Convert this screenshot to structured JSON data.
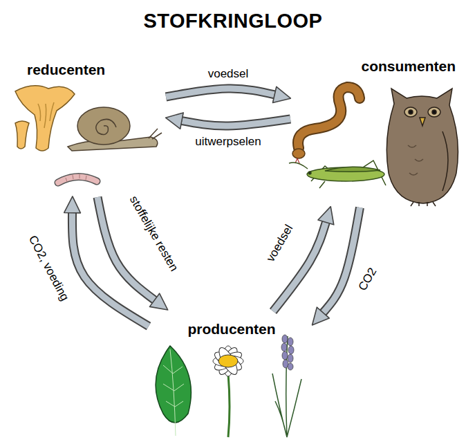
{
  "diagram": {
    "title": "STOFKRINGLOOP",
    "nodes": [
      {
        "text": [
          "reducenten"
        ]
      },
      {
        "text": [
          "consumenten"
        ]
      },
      {
        "text": [
          "producenten"
        ]
      }
    ],
    "edges": [
      {
        "from": 0,
        "to": 1,
        "arrow": "to",
        "label": "voedsel"
      },
      {
        "from": 1,
        "to": 0,
        "arrow": "to",
        "label": "uitwerpselen"
      },
      {
        "from": 0,
        "to": 2,
        "arrow": "to",
        "label": "stoffelijke resten"
      },
      {
        "from": 2,
        "to": 0,
        "arrow": "to",
        "label": "CO2, voeding"
      },
      {
        "from": 2,
        "to": 1,
        "arrow": "to",
        "label": "voedsel"
      },
      {
        "from": 1,
        "to": 2,
        "arrow": "to",
        "label": "CO2"
      }
    ]
  }
}
